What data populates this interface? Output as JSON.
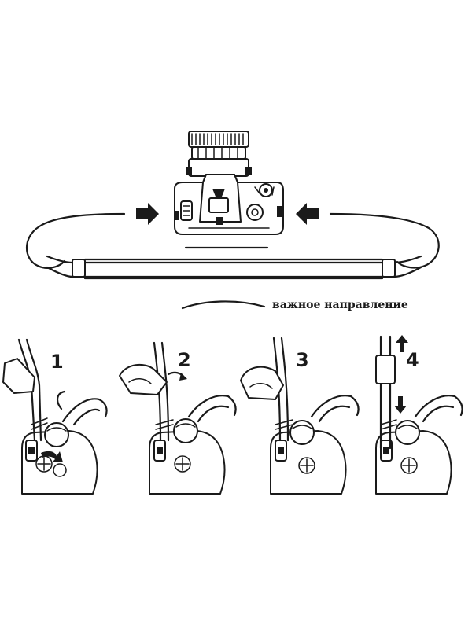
{
  "legend": {
    "caption": "важное направление"
  },
  "steps": [
    {
      "number": "1"
    },
    {
      "number": "2"
    },
    {
      "number": "3"
    },
    {
      "number": "4"
    }
  ]
}
